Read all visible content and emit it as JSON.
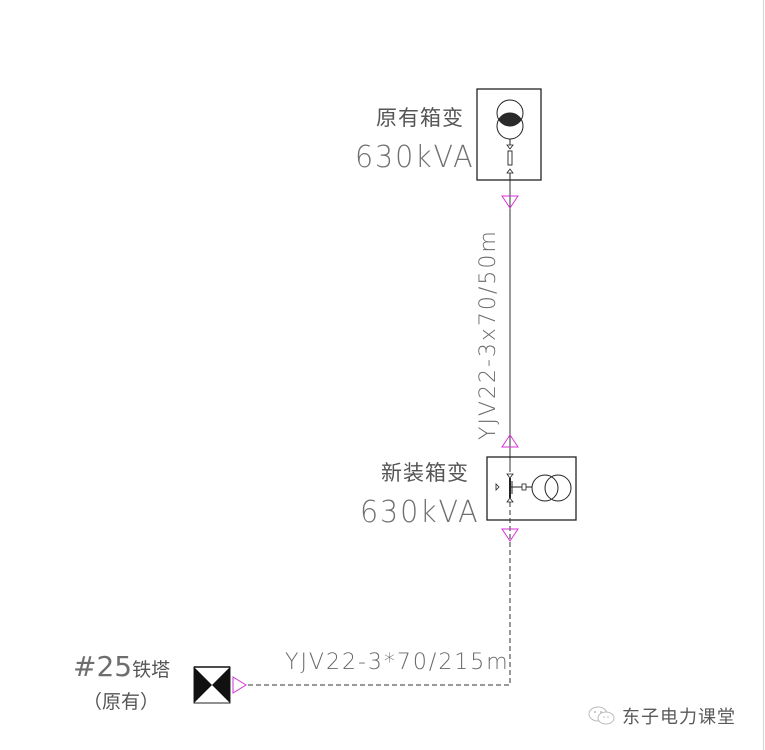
{
  "diagram": {
    "type": "single-line electrical diagram",
    "colors": {
      "line": "#333333",
      "label": "#6e6e6e",
      "terminal_marker": "#d633d6",
      "box_border": "#222222",
      "background": "#ffffff"
    },
    "nodes": {
      "existing_box_transformer": {
        "name": "原有箱变",
        "rating": "630kVA"
      },
      "new_box_transformer": {
        "name": "新装箱变",
        "rating": "630kVA"
      },
      "tower": {
        "id": "#25",
        "name": "铁塔",
        "status": "（原有）"
      }
    },
    "cables": {
      "upper": {
        "spec": "YJV22-3x70/50m",
        "style": "solid"
      },
      "lower": {
        "spec": "YJV22-3*70/215m",
        "style": "dashed"
      }
    }
  },
  "watermark": {
    "text": "东子电力课堂",
    "icon": "wechat-icon"
  }
}
